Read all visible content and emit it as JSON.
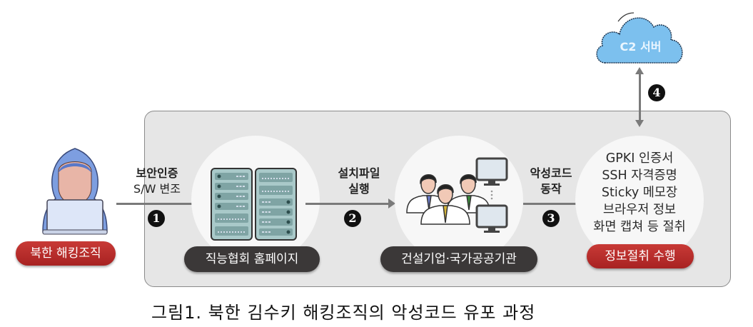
{
  "diagram": {
    "actor": {
      "label": "북한 해킹조직",
      "icon": "hooded-hacker-icon"
    },
    "nodes": [
      {
        "id": "homepage",
        "label": "직능협회 홈페이지",
        "icon": "server-rack-icon"
      },
      {
        "id": "victims",
        "label": "건설기업·국가공공기관",
        "icon": "employees-with-computers-icon"
      },
      {
        "id": "theft",
        "label": "정보절취 수행",
        "items": [
          "GPKI 인증서",
          "SSH 자격증명",
          "Sticky 메모장",
          "브라우저 정보",
          "화면 캡쳐 등 절취"
        ]
      }
    ],
    "c2": {
      "label": "C2 서버",
      "icon": "cloud-icon"
    },
    "edges": [
      {
        "step": "1",
        "line1": "보안인증",
        "line2": "S/W 변조"
      },
      {
        "step": "2",
        "line1": "설치파일",
        "line2": "실행"
      },
      {
        "step": "3",
        "line1": "악성코드",
        "line2": "동작"
      },
      {
        "step": "4",
        "line1": "",
        "line2": ""
      }
    ],
    "caption": "그림1. 북한 김수키 해킹조직의 악성코드 유포 과정",
    "colors": {
      "panel": "#e6e6e6",
      "red": "#b52a2a",
      "dark_pill": "#3b3838",
      "cloud": "#7cc0ee",
      "hood": "#7d9ee0"
    }
  }
}
